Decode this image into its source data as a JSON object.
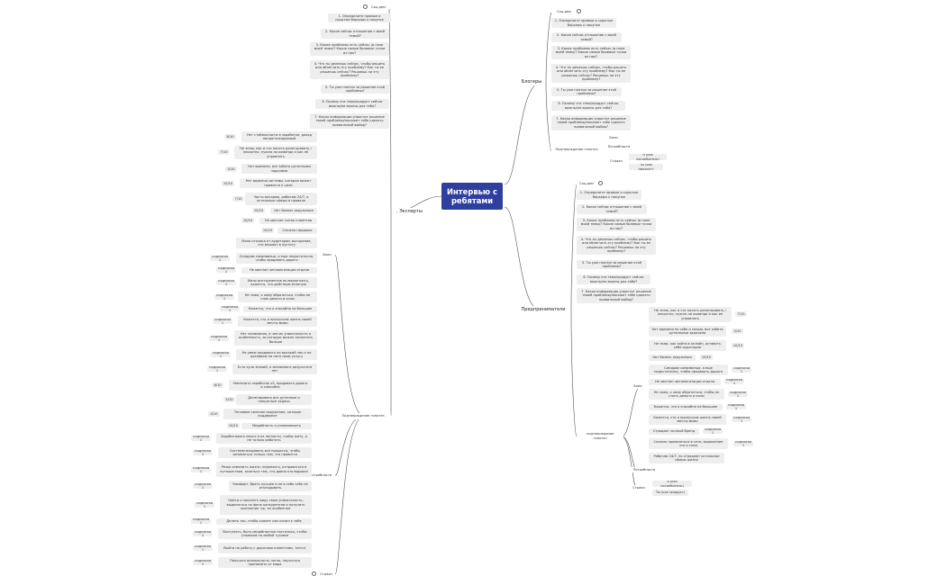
{
  "central": "Интервью с ребятами",
  "branches": {
    "experts": "Эксперты",
    "bloggers": "Блогеры",
    "entrepreneurs": "Предприниматели"
  },
  "section": {
    "syo": "Соц.дем",
    "hyp": "Подтверждение гипотез",
    "pains": "Боли",
    "needs": "Потребности",
    "fears": "Страхи"
  },
  "questions": [
    "1. Определите прямые и скрытые барьеры к покупке",
    "2. Какое сейчас отношение с моей темой?",
    "3. Какие проблемы есть сейчас (в поле моей темы)? Какие самые болевые точки из них?",
    "4. Что ты делаешь сейчас, чтобы решить или облегчить эту проблему? Как ты ее решаешь сейчас? Решаешь ли эту проблему?",
    "5. Ты уже платил за решение этой проблемы?",
    "6. Почему эта тема/продукт сейчас важны/не важны для тебя?",
    "7. Какая информация упростит решение твоей проблемы/покажет тебе сделать правильный выбор?"
  ],
  "expert_pains": [
    "Нет стабильности в заработке, доход непрогнозируемый",
    "Не знаю, как и что начать делегировать / неохотно, нужна ли команда и как её управлять",
    "Нет времени, все забито рутинными задачами",
    "Нет видения системы, которая может привести к цели",
    "Часто выгораю, работаю 24/7, а остальные сферы в провале",
    "Нет бизнес окружения",
    "Не хватает поток клиентов",
    "Сложно продажи",
    "Мало отклика от аудитории, выгорание, что мешает в пустоту",
    "Синдром самозванца, я еще недостаточно, чтобы продавать дорого",
    "Не хватает автоматизации отдела",
    "Мало инструментов по маркетингу, кажется, что действую вслепую",
    "Не знаю, к кому обратиться, чтобы не слил деньги и силы",
    "Кажется, что я способна на большее",
    "Кажется, что я пропускаю жизнь своей мечты мимо",
    "Нет понимания, в чем их уникальность и особенность, за которую можно заплатить больше",
    "Не умею продавать на высокий чек и не оцениваю на него свою услугу",
    "Есть куча знаний, а желаемого результата нет"
  ],
  "expert_needs": [
    "Увеличить заработок х5, продавать дорого и спокойно",
    "Делегировать все рутинные и непрятные задачи",
    "Тепловое сильное окружение, которое поддержит",
    "Медийность и узнаваемость",
    "Зарабатывать много и из легкости, чтобы жить, а не только работать",
    "Систематизировать все процессы, чтобы заниматься только тем, что нравится",
    "Резко изменить жизнь: переехать, отправиться в путешествие, заняться тем, что давно откладывал",
    "Комфорт, брать лучшее и не в себе себя не откладывать",
    "Найти и показать миру свою уникальность, выделиться на фоне конкурентов и получить признание 'ор, ты особенная'",
    "Делать так, чтобы клиент сам копил к тебе",
    "Выступать, быть медийностью настолько, чтобы узнавали на любой тусовке",
    "Выйти на работу с дорогими клиентами, 'легко'",
    "Получить возможность легко, научиться принимать от мира"
  ],
  "ent_pains": [
    "Не знаю, как и что начать делегировать / неохотно, нужна ли команда и как ее управлять",
    "Нет времени на себя и семью, все забито рутинными задачами",
    "Не знаю, как зайти в онлайн, оставить себе аудитории",
    "Нет бизнес окружения",
    "Синдром самозванца, я еще недостаточно, чтобы продавать дорого",
    "Не хватает автоматизации отдела",
    "Не знаю, к кому обратиться, чтобы не слить деньги и силы",
    "Кажется, что я способна на большее",
    "Кажется, что я пропускаю жизнь своей мечты мимо",
    "Страдает личный бренд",
    "Сложно проявляться в сети, выражение что я сплю",
    "Работаю 24/7, но страдают остальные сферы жизни"
  ],
  "fears_items": [
    "Я (как потребитель)",
    "Ты (как продукт)"
  ],
  "tags": {
    "r1": "8/10",
    "r2": "7/10",
    "r3": "5/10",
    "r4": "10/10",
    "r5": "7/10",
    "r6": "10/10",
    "r7": "10/10",
    "r8": "10/10",
    "r9": "6/10",
    "r10": "4/10",
    "e1": "7/10",
    "e2": "5/10",
    "e3": "10/10",
    "e4": "10/10",
    "t1": "Подписка 1"
  }
}
